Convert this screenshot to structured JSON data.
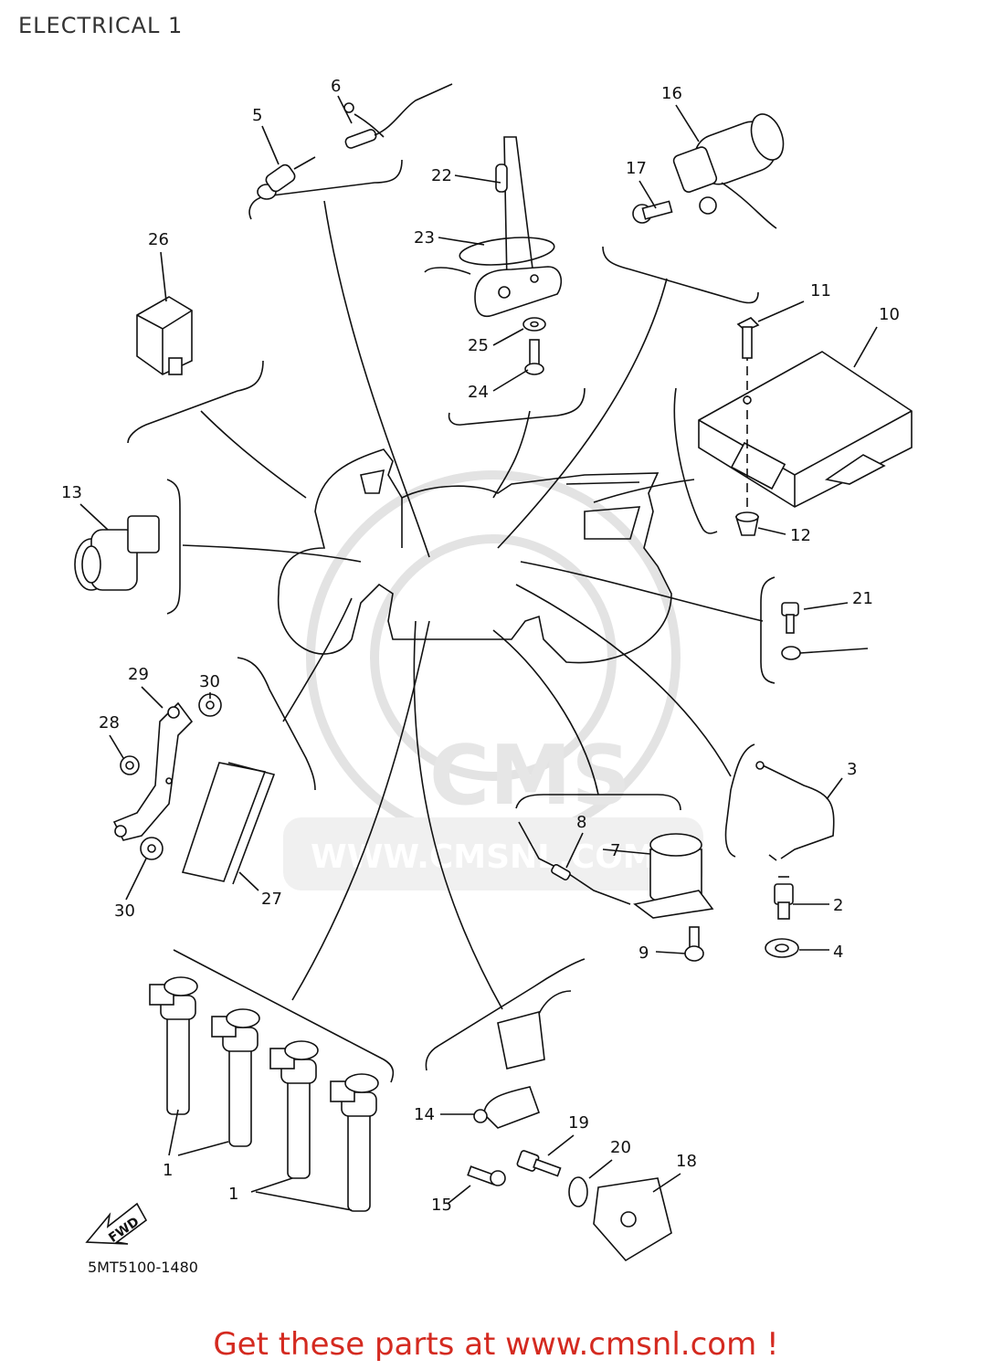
{
  "title": "ELECTRICAL 1",
  "drawing_code": "5MT5100-1480",
  "footer": "Get these parts at www.cmsnl.com !",
  "watermark": {
    "brand": "CMS",
    "url": "WWW.CMSNL.COM"
  },
  "fwd_label": "FWD",
  "callouts": [
    "1",
    "1",
    "2",
    "3",
    "4",
    "5",
    "6",
    "7",
    "8",
    "9",
    "10",
    "11",
    "12",
    "13",
    "14",
    "15",
    "16",
    "17",
    "18",
    "19",
    "20",
    "21",
    "22",
    "23",
    "24",
    "25",
    "26",
    "27",
    "28",
    "29",
    "30",
    "30"
  ],
  "colors": {
    "footer": "#d42a20",
    "watermark": "#e3e3e3",
    "lines": "#111111"
  }
}
